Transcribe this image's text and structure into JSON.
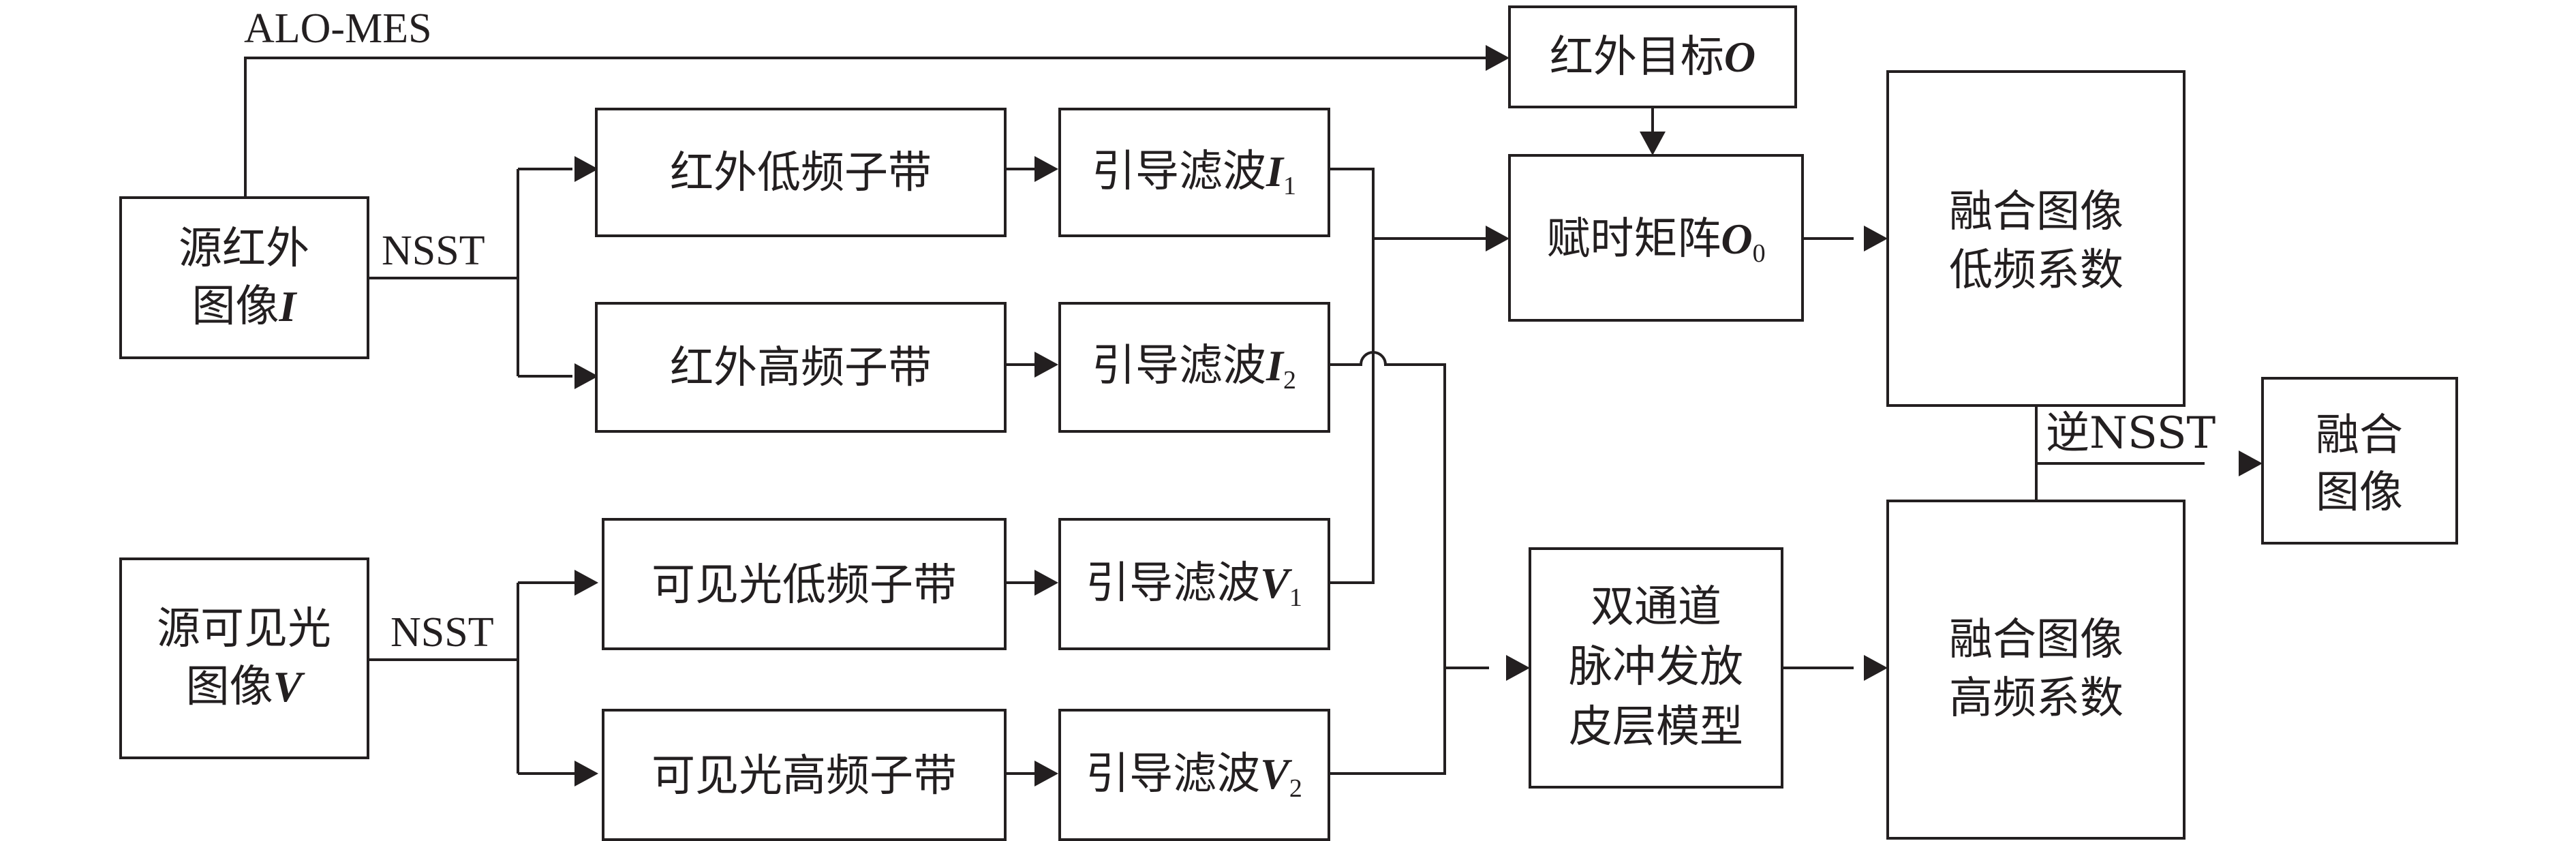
{
  "labels": {
    "alo_mes": "ALO-MES",
    "nsst_ir": "NSST",
    "nsst_vis": "NSST",
    "inverse_nsst": "逆NSST"
  },
  "boxes": {
    "src_ir": {
      "line1": "源红外",
      "line2": "图像",
      "var": "I"
    },
    "src_vis": {
      "line1": "源可见光",
      "line2": "图像",
      "var": "V"
    },
    "ir_low": {
      "text": "红外低频子带"
    },
    "ir_high": {
      "text": "红外高频子带"
    },
    "vis_low": {
      "text": "可见光低频子带"
    },
    "vis_high": {
      "text": "可见光高频子带"
    },
    "gf_i1": {
      "text": "引导滤波",
      "var": "I",
      "sub": "1"
    },
    "gf_i2": {
      "text": "引导滤波",
      "var": "I",
      "sub": "2"
    },
    "gf_v1": {
      "text": "引导滤波",
      "var": "V",
      "sub": "1"
    },
    "gf_v2": {
      "text": "引导滤波",
      "var": "V",
      "sub": "2"
    },
    "ir_target": {
      "text": "红外目标",
      "var": "O"
    },
    "weight_matrix": {
      "text": "赋时矩阵",
      "var": "O",
      "sub": "0"
    },
    "pcnn": {
      "line1": "双通道",
      "line2": "脉冲发放",
      "line3": "皮层模型"
    },
    "fused_low": {
      "line1": "融合图像",
      "line2": "低频系数"
    },
    "fused_high": {
      "line1": "融合图像",
      "line2": "高频系数"
    },
    "fused_image": {
      "line1": "融合",
      "line2": "图像"
    }
  },
  "colors": {
    "stroke": "#231f20",
    "background": "#ffffff"
  }
}
